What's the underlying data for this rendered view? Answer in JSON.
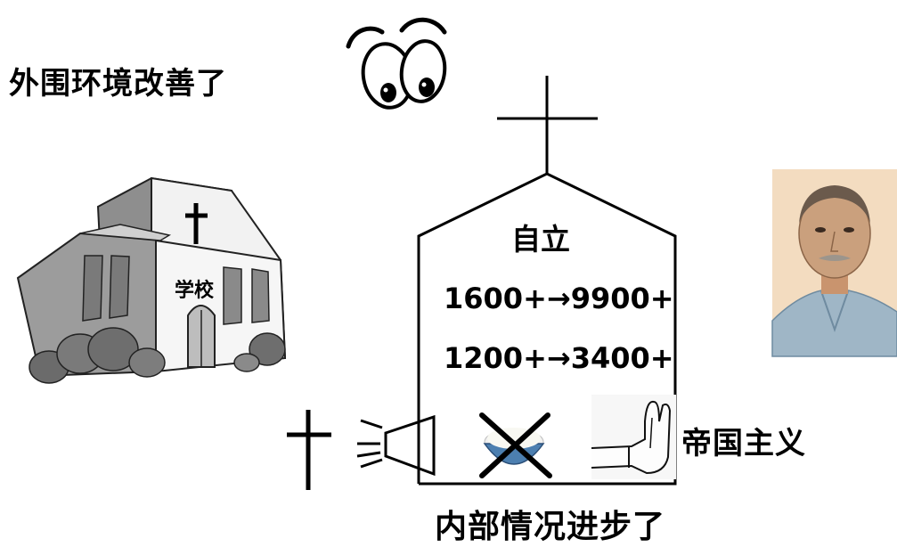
{
  "captions": {
    "top": "外围环境改善了",
    "bottom": "内部情况进步了"
  },
  "church": {
    "title": "自立",
    "stat_1": "1600+→9900+",
    "stat_2": "1200+→3400+"
  },
  "school": {
    "label": "学校"
  },
  "imperialism_label": "帝国主义",
  "icons": [
    "eyes-icon",
    "school-building-icon",
    "cross-icon",
    "megaphone-icon",
    "rice-bowl-icon",
    "stop-hand-icon",
    "portrait-photo"
  ],
  "colors": {
    "line": "#000000",
    "building_gray": "#9a9a9a",
    "building_light": "#f4f4f4",
    "tree_gray": "#6e6e6e",
    "portrait_bg": "#f3dcc0",
    "portrait_clothing": "#9fb6c6"
  }
}
